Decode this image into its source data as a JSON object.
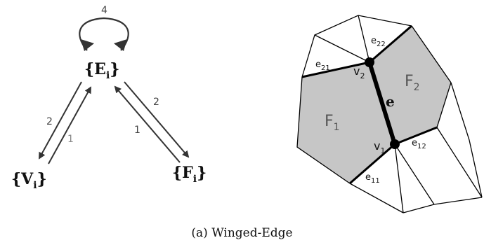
{
  "relation_graph": {
    "nodes": {
      "edges": {
        "open": "{",
        "letter": "E",
        "sub": "i",
        "close": "}"
      },
      "vertices": {
        "open": "{",
        "letter": "V",
        "sub": "i",
        "close": "}"
      },
      "faces": {
        "open": "{",
        "letter": "F",
        "sub": "i",
        "close": "}"
      }
    },
    "arrow_labels": {
      "self_loop": "4",
      "edges_to_vertices": "2",
      "vertices_to_edges": "1",
      "edges_to_faces": "2",
      "faces_to_edges": "1"
    }
  },
  "mesh": {
    "faces": {
      "f1": "F",
      "f1_sub": "1",
      "f2": "F",
      "f2_sub": "2"
    },
    "edge": "e",
    "vertices": {
      "v1": "v",
      "v1_sub": "1",
      "v2": "v",
      "v2_sub": "2"
    },
    "wing_edges": {
      "e11": {
        "base": "e",
        "sub": "11"
      },
      "e12": {
        "base": "e",
        "sub": "12"
      },
      "e21": {
        "base": "e",
        "sub": "21"
      },
      "e22": {
        "base": "e",
        "sub": "22"
      }
    },
    "colors": {
      "face_fill": "#c6c6c6",
      "line": "#000000",
      "label_gray": "#555555"
    }
  },
  "caption": "(a) Winged-Edge"
}
